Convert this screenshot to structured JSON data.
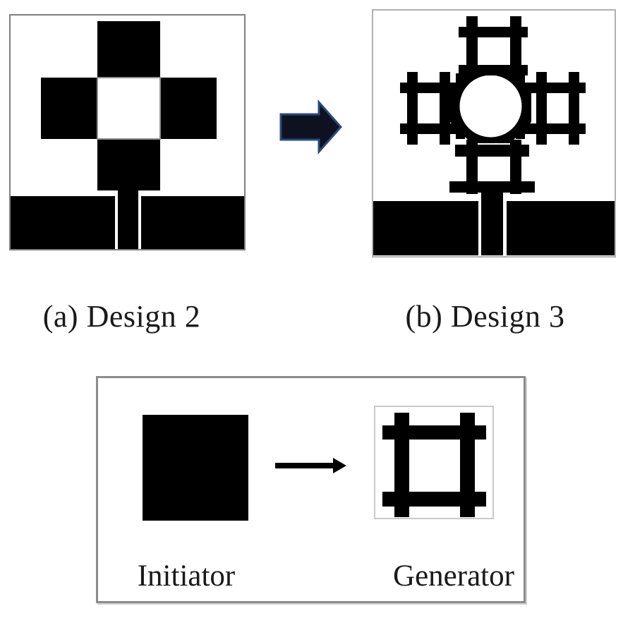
{
  "figure": {
    "panel_a": {
      "caption": "(a) Design 2"
    },
    "panel_b": {
      "caption": "(b) Design 3"
    },
    "legend": {
      "initiator": "Initiator",
      "generator": "Generator"
    },
    "colors": {
      "ink": "#000000",
      "panel_a_border": "#7f7f7f",
      "panel_b_border": "#b0b0b0",
      "center_square_border": "#8f8f8f",
      "arrow_fill": "#0e1220",
      "arrow_stroke": "#2a4a80",
      "text": "#1a1a1a"
    }
  }
}
